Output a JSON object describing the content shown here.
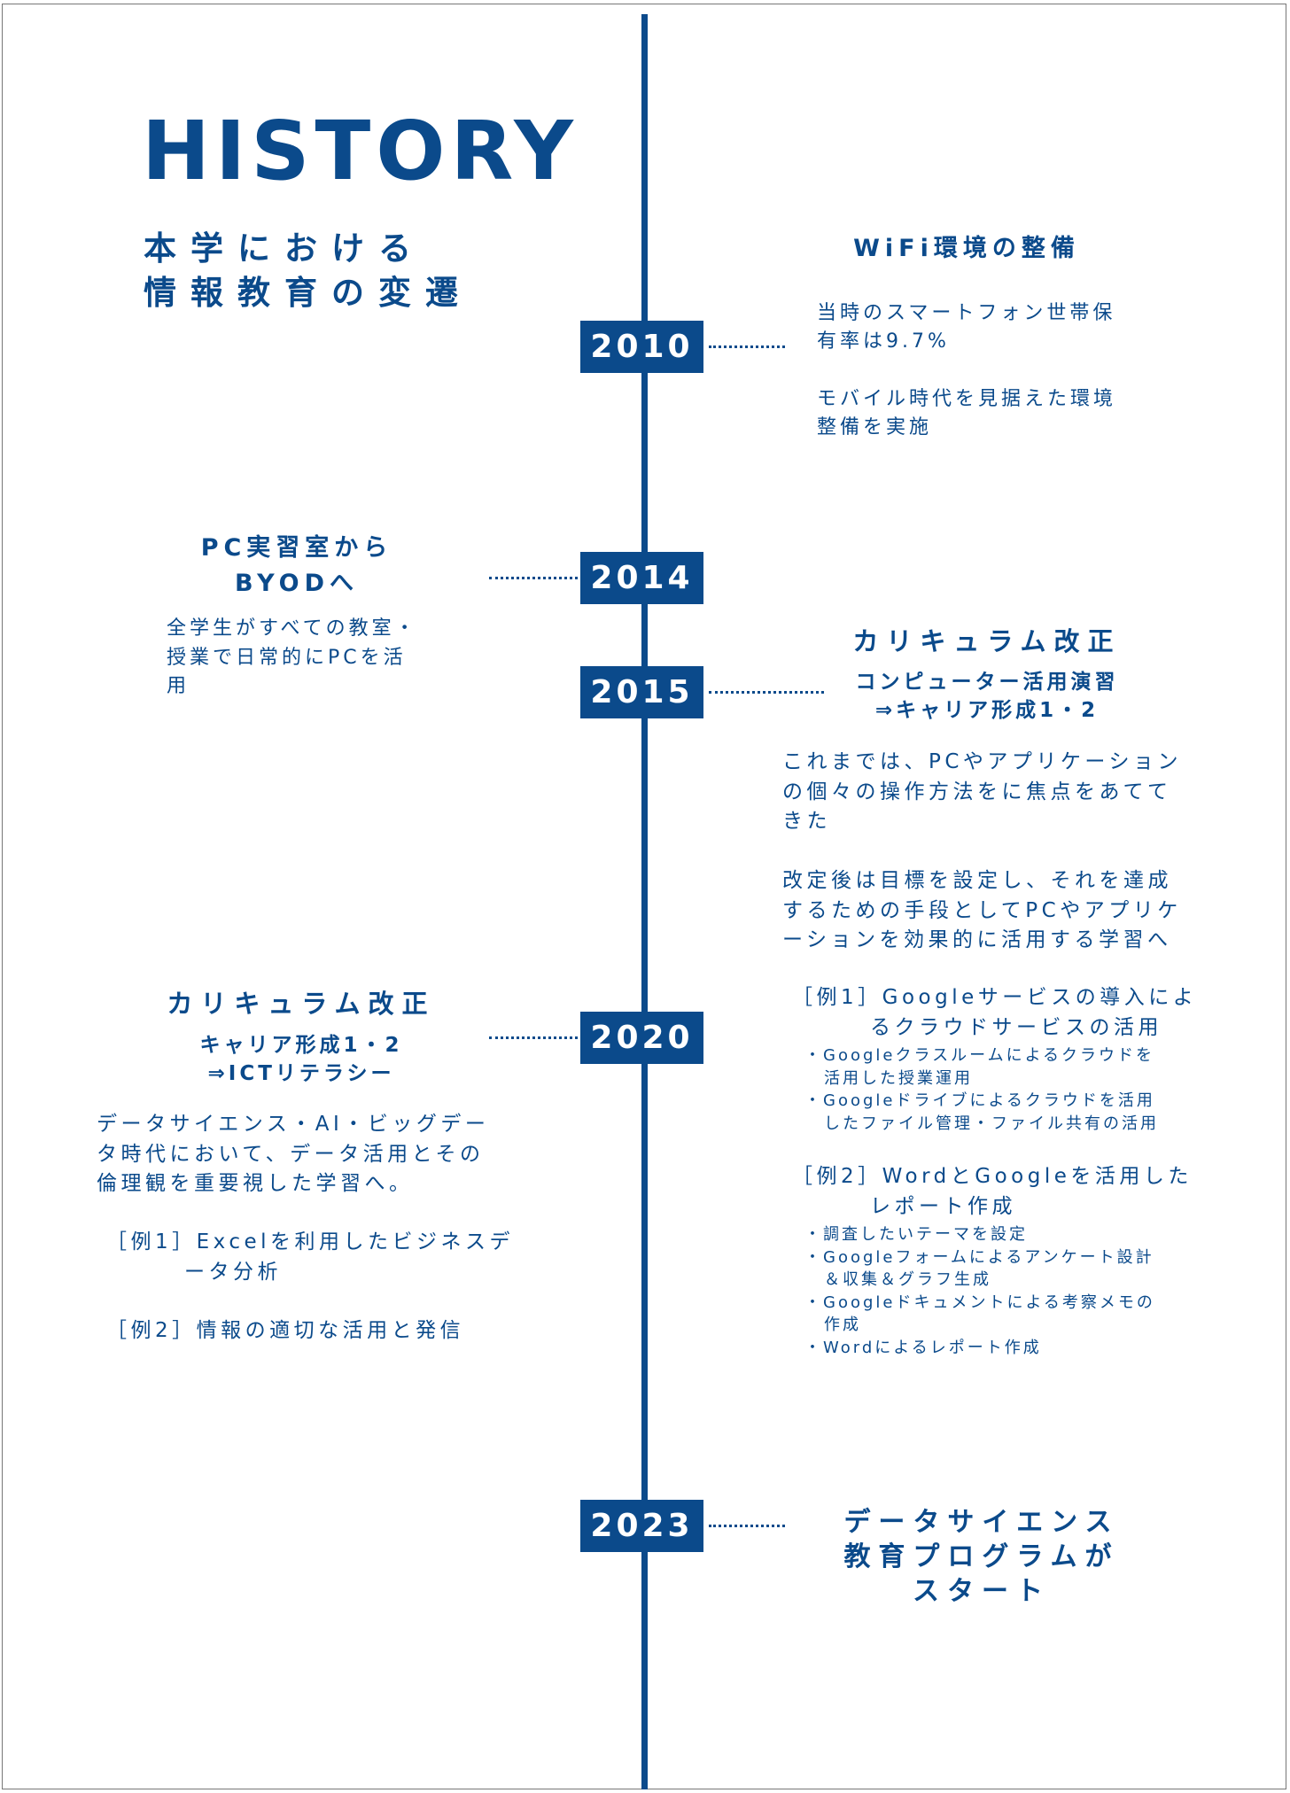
{
  "header": {
    "title": "HISTORY",
    "subtitle_lines": [
      "本学における",
      "情報教育の変遷"
    ]
  },
  "colors": {
    "accent": "#0b4a8b"
  },
  "timeline": {
    "y2010": {
      "year": "2010",
      "heading": "WiFi環境の整備",
      "lines": [
        "当時のスマートフォン世帯保",
        "有率は9.7%",
        "モバイル時代を見据えた環境",
        "整備を実施"
      ]
    },
    "y2014": {
      "year": "2014",
      "heading_lines": [
        "PC実習室から",
        "BYODへ"
      ],
      "lines": [
        "全学生がすべての教室・",
        "授業で日常的にPCを活",
        "用"
      ]
    },
    "y2015": {
      "year": "2015",
      "heading": "カリキュラム改正",
      "sub_lines": [
        "コンピューター活用演習",
        "⇒キャリア形成1・2"
      ],
      "para1": [
        "これまでは、PCやアプリケーション",
        "の個々の操作方法をに焦点をあてて",
        "きた"
      ],
      "para2": [
        "改定後は目標を設定し、それを達成",
        "するための手段としてPCやアプリケ",
        "ーションを効果的に活用する学習へ"
      ],
      "ex1": [
        "［例1］Googleサービスの導入によ",
        "るクラウドサービスの活用"
      ],
      "ex1_bullets": [
        "・Googleクラスルームによるクラウドを",
        "活用した授業運用",
        "・Googleドライブによるクラウドを活用",
        "したファイル管理・ファイル共有の活用"
      ],
      "ex2": [
        "［例2］WordとGoogleを活用した",
        "レポート作成"
      ],
      "ex2_bullets": [
        "・調査したいテーマを設定",
        "・Googleフォームによるアンケート設計",
        "＆収集＆グラフ生成",
        "・Googleドキュメントによる考察メモの",
        "作成",
        "・Wordによるレポート作成"
      ]
    },
    "y2020": {
      "year": "2020",
      "heading": "カリキュラム改正",
      "sub_lines": [
        "キャリア形成1・2",
        "⇒ICTリテラシー"
      ],
      "para": [
        "データサイエンス・AI・ビッグデー",
        "タ時代において、データ活用とその",
        "倫理観を重要視した学習へ。"
      ],
      "ex1": [
        "［例1］Excelを利用したビジネスデ",
        "ータ分析"
      ],
      "ex2": "［例2］情報の適切な活用と発信"
    },
    "y2023": {
      "year": "2023",
      "heading_lines": [
        "データサイエンス",
        "教育プログラムが",
        "スタート"
      ]
    }
  }
}
